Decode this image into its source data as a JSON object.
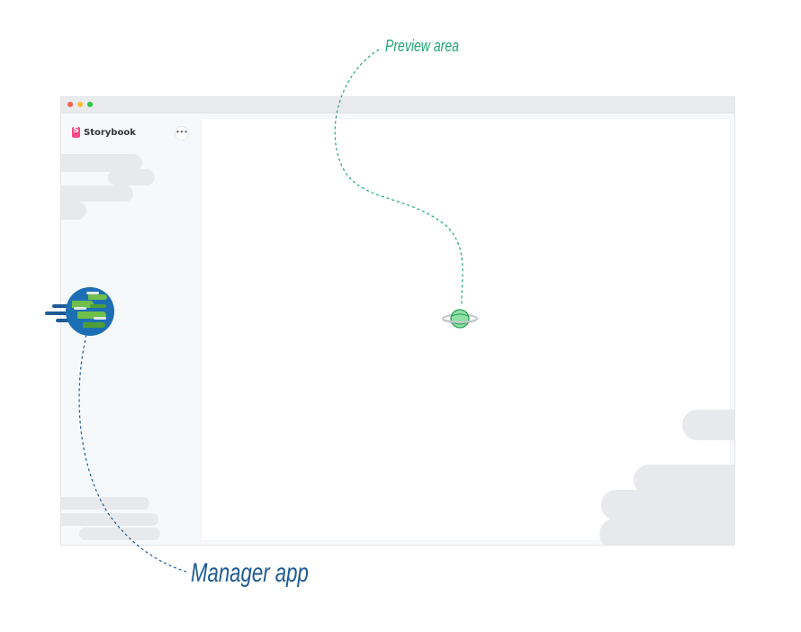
{
  "window": {
    "sidebar": {
      "brand_label": "Storybook",
      "brand_icon": "storybook-logo-icon",
      "menu_icon": "ellipsis-icon"
    }
  },
  "callouts": {
    "preview_label": "Preview area",
    "manager_label": "Manager app"
  },
  "colors": {
    "preview_callout": "#1ea672",
    "manager_callout": "#1d5b93",
    "brand_accent": "#ff4785"
  }
}
